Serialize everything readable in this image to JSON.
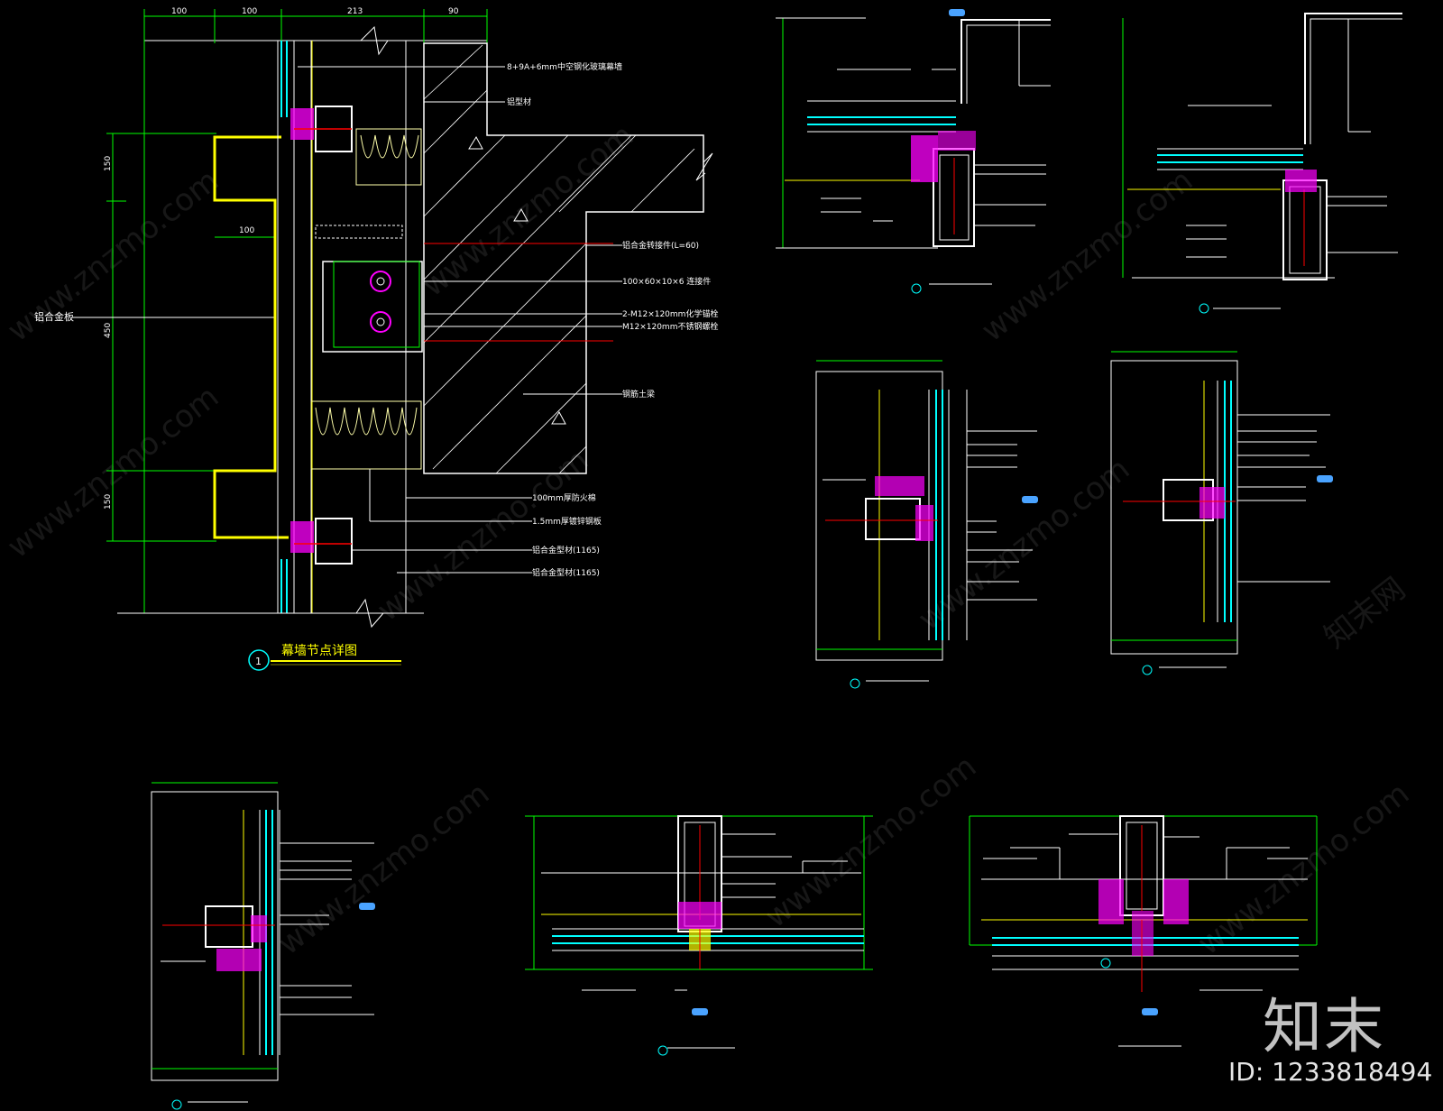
{
  "drawing": {
    "main_title": "幕墙节点详图",
    "main_number": "1",
    "top_dimensions": [
      "100",
      "100",
      "213",
      "90"
    ],
    "vertical_dimensions": [
      "150",
      "450",
      "150"
    ],
    "inner_dimension": "100",
    "left_label": "铝合金板",
    "callouts": [
      "8+9A+6mm中空钢化玻璃幕墙",
      "铝型材",
      "铝合金转接件(L=60)",
      "100×60×10×6 连接件",
      "2-M12×120mm化学锚栓",
      "M12×120mm不锈钢螺栓",
      "钢筋土梁",
      "100mm厚防火棉",
      "1.5mm厚镀锌钢板",
      "铝合金型材(1165)",
      "铝合金型材(1165)"
    ]
  },
  "watermark": {
    "cn": "知末网",
    "url": "www.znzmo.com"
  },
  "brand": {
    "logo": "知末",
    "id": "ID: 1233818494"
  },
  "colors": {
    "background": "#000000",
    "line": "#ffffff",
    "dimension": "#00ff00",
    "panel": "#ffff00",
    "profile": "#ff00ff",
    "glass": "#00ffff",
    "axis": "#ff0000",
    "title": "#ffff00"
  }
}
